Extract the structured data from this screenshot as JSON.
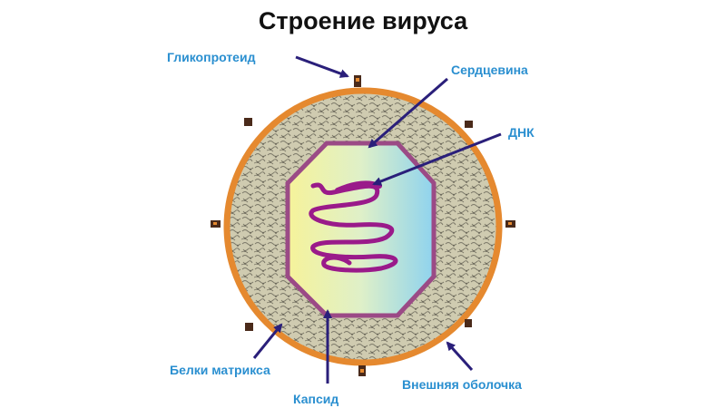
{
  "title": "Строение вируса",
  "labels": {
    "glycoprotein": "Гликопротеид",
    "core": "Сердцевина",
    "dna": "ДНК",
    "matrix_proteins": "Белки матрикса",
    "capsid": "Капсид",
    "outer_shell": "Внешняя оболочка"
  },
  "colors": {
    "title": "#111111",
    "label": "#2a8fd0",
    "arrow": "#2a1f7a",
    "envelope": "#e5892f",
    "matrix_fill": "#cbc7a8",
    "capsid_border": "#9b4a86",
    "dna": "#9a1a8a"
  }
}
